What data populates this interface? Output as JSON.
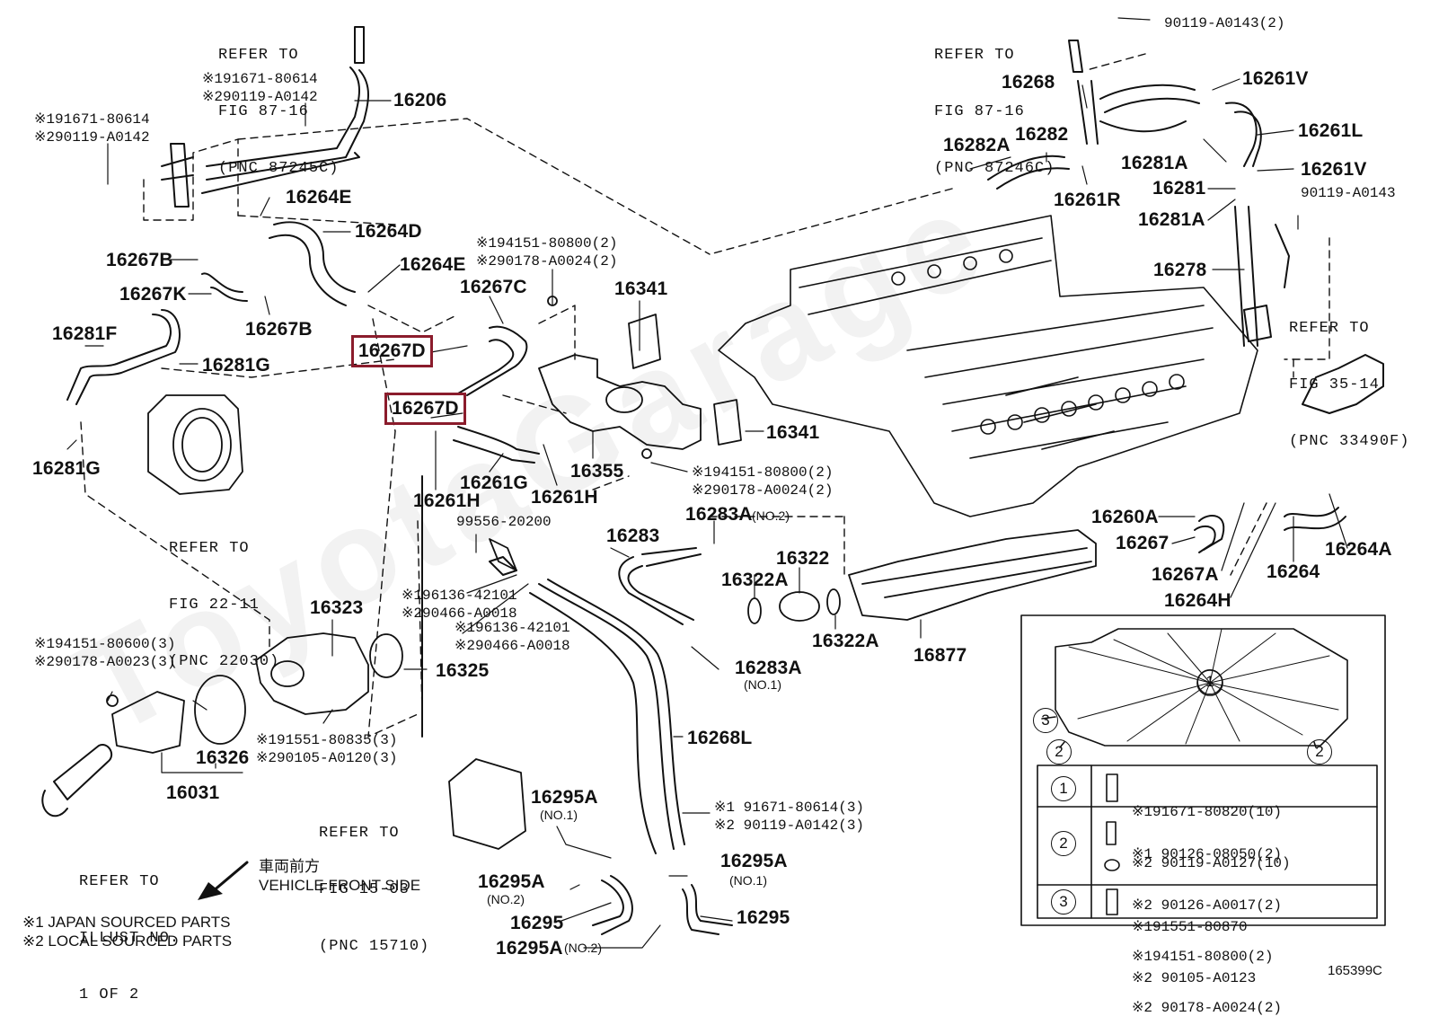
{
  "figure_code": "165399C",
  "watermark": "ToyotaGarage",
  "front_side": {
    "jp": "車両前方",
    "en": "VEHICLE FRONT SIDE"
  },
  "footnotes": [
    "※1 JAPAN SOURCED PARTS",
    "※2 LOCAL SOURCED PARTS"
  ],
  "refers": {
    "r1": [
      "REFER TO",
      "FIG 87-16",
      "(PNC 87245C)"
    ],
    "r2": [
      "REFER TO",
      "FIG 87-16",
      "(PNC 87246C)"
    ],
    "r3": [
      "REFER TO",
      "FIG 35-14",
      "(PNC 33490F)"
    ],
    "r4": [
      "REFER TO",
      "FIG 22-11",
      "(PNC 22030)"
    ],
    "r5": [
      "REFER TO",
      "FIG 15-03",
      "(PNC 15710)"
    ],
    "r6": [
      "REFER TO",
      "ILLUST NO.",
      "1 OF 2"
    ]
  },
  "parts": {
    "p16206": "16206",
    "p16264E_a": "16264E",
    "p16264D": "16264D",
    "p16264E_b": "16264E",
    "p16267B_a": "16267B",
    "p16267K": "16267K",
    "p16267B_b": "16267B",
    "p16281F": "16281F",
    "p16281G_a": "16281G",
    "p16281G_b": "16281G",
    "p16267C": "16267C",
    "p16267D_a": "16267D",
    "p16267D_b": "16267D",
    "p16341_a": "16341",
    "p16341_b": "16341",
    "p16355": "16355",
    "p16261G": "16261G",
    "p16261H_a": "16261H",
    "p16261H_b": "16261H",
    "p16283": "16283",
    "p16283A_top": "16283A",
    "p16283A_bot": "16283A",
    "p16322": "16322",
    "p16322A_a": "16322A",
    "p16322A_b": "16322A",
    "p16323": "16323",
    "p16325": "16325",
    "p16326": "16326",
    "p16031": "16031",
    "p16268L": "16268L",
    "p16295A_a": "16295A",
    "p16295A_b": "16295A",
    "p16295A_c": "16295A",
    "p16295A_d": "16295A",
    "p16295_a": "16295",
    "p16295_b": "16295",
    "p16877": "16877",
    "p16268": "16268",
    "p16282A": "16282A",
    "p16282": "16282",
    "p16261R": "16261R",
    "p16261V_a": "16261V",
    "p16261L": "16261L",
    "p16281A_a": "16281A",
    "p16261V_b": "16261V",
    "p16281": "16281",
    "p16281A_b": "16281A",
    "p16278": "16278",
    "p16260A": "16260A",
    "p16267": "16267",
    "p16267A": "16267A",
    "p16264": "16264",
    "p16264A": "16264A",
    "p16264H": "16264H"
  },
  "notes": {
    "no2_a": "(NO.2)",
    "no1_a": "(NO.1)",
    "no1_b": "(NO.1)",
    "no2_b": "(NO.2)",
    "no1_c": "(NO.1)",
    "no2_c": "(NO.2)"
  },
  "codes": {
    "c1": [
      "※191671-80614",
      "※290119-A0142"
    ],
    "c2": [
      "※191671-80614",
      "※290119-A0142"
    ],
    "c3": [
      "※194151-80800(2)",
      "※290178-A0024(2)"
    ],
    "c4": [
      "※194151-80800(2)",
      "※290178-A0024(2)"
    ],
    "c5": [
      "99556-20200"
    ],
    "c6": [
      "※196136-42101",
      "※290466-A0018"
    ],
    "c7": [
      "※196136-42101",
      "※290466-A0018"
    ],
    "c8": [
      "※194151-80600(3)",
      "※290178-A0023(3)"
    ],
    "c9": [
      "※191551-80835(3)",
      "※290105-A0120(3)"
    ],
    "c10": [
      "※1 91671-80614(3)",
      "※2 90119-A0142(3)"
    ],
    "c11": [
      "90119-A0143(2)"
    ],
    "c12": [
      "90119-A0143"
    ]
  },
  "table": [
    {
      "num": "1",
      "lines": [
        "※191671-80820(10)",
        "※2 90119-A0127(10)"
      ]
    },
    {
      "num": "2",
      "lines": [
        "※1 90126-08050(2)",
        "※2 90126-A0017(2)",
        "※194151-80800(2)",
        "※2 90178-A0024(2)"
      ]
    },
    {
      "num": "3",
      "lines": [
        "※191551-80870",
        "※2 90105-A0123"
      ]
    }
  ],
  "callouts": {
    "center": "1",
    "left3": "3",
    "left2": "2",
    "right2": "2"
  }
}
